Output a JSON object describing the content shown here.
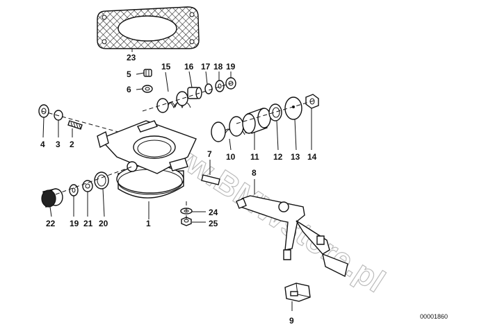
{
  "diagram_code": "00001860",
  "watermark": "www.BMWstore.pl",
  "callouts": [
    {
      "id": "c23",
      "label": "23"
    },
    {
      "id": "c5",
      "label": "5"
    },
    {
      "id": "c6",
      "label": "6"
    },
    {
      "id": "c15",
      "label": "15"
    },
    {
      "id": "c16",
      "label": "16"
    },
    {
      "id": "c17",
      "label": "17"
    },
    {
      "id": "c18",
      "label": "18"
    },
    {
      "id": "c19a",
      "label": "19"
    },
    {
      "id": "c4",
      "label": "4"
    },
    {
      "id": "c3",
      "label": "3"
    },
    {
      "id": "c2",
      "label": "2"
    },
    {
      "id": "c10",
      "label": "10"
    },
    {
      "id": "c11",
      "label": "11"
    },
    {
      "id": "c12",
      "label": "12"
    },
    {
      "id": "c13",
      "label": "13"
    },
    {
      "id": "c14",
      "label": "14"
    },
    {
      "id": "c7",
      "label": "7"
    },
    {
      "id": "c8",
      "label": "8"
    },
    {
      "id": "c22",
      "label": "22"
    },
    {
      "id": "c19b",
      "label": "19"
    },
    {
      "id": "c21",
      "label": "21"
    },
    {
      "id": "c20",
      "label": "20"
    },
    {
      "id": "c1",
      "label": "1"
    },
    {
      "id": "c24",
      "label": "24"
    },
    {
      "id": "c25",
      "label": "25"
    },
    {
      "id": "c9",
      "label": "9"
    }
  ]
}
